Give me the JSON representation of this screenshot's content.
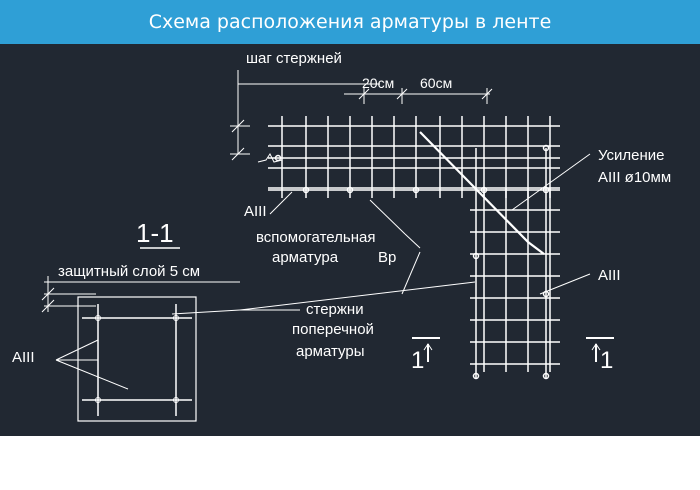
{
  "header": {
    "title": "Схема расположения арматуры в ленте"
  },
  "colors": {
    "header_bg": "#2f9fd6",
    "canvas_bg": "#212832",
    "line": "#ffffff",
    "text": "#ffffff"
  },
  "labels": {
    "step": "шаг стержней",
    "step_20": "20см",
    "step_60": "60см",
    "reinforcement": "Усиление",
    "reinforcement_spec": "AIII ø10мм",
    "aiii_top": "AIII",
    "aiii_right": "AIII",
    "aiii_section": "AIII",
    "auxiliary_1": "вспомогательная",
    "auxiliary_2": "арматура",
    "auxiliary_bp": "Вр",
    "cross_1": "стержни",
    "cross_2": "поперечной",
    "cross_3": "арматуры",
    "section_title": "1-1",
    "cover": "защитный слой 5 см",
    "cut_left": "1",
    "cut_right": "1"
  }
}
